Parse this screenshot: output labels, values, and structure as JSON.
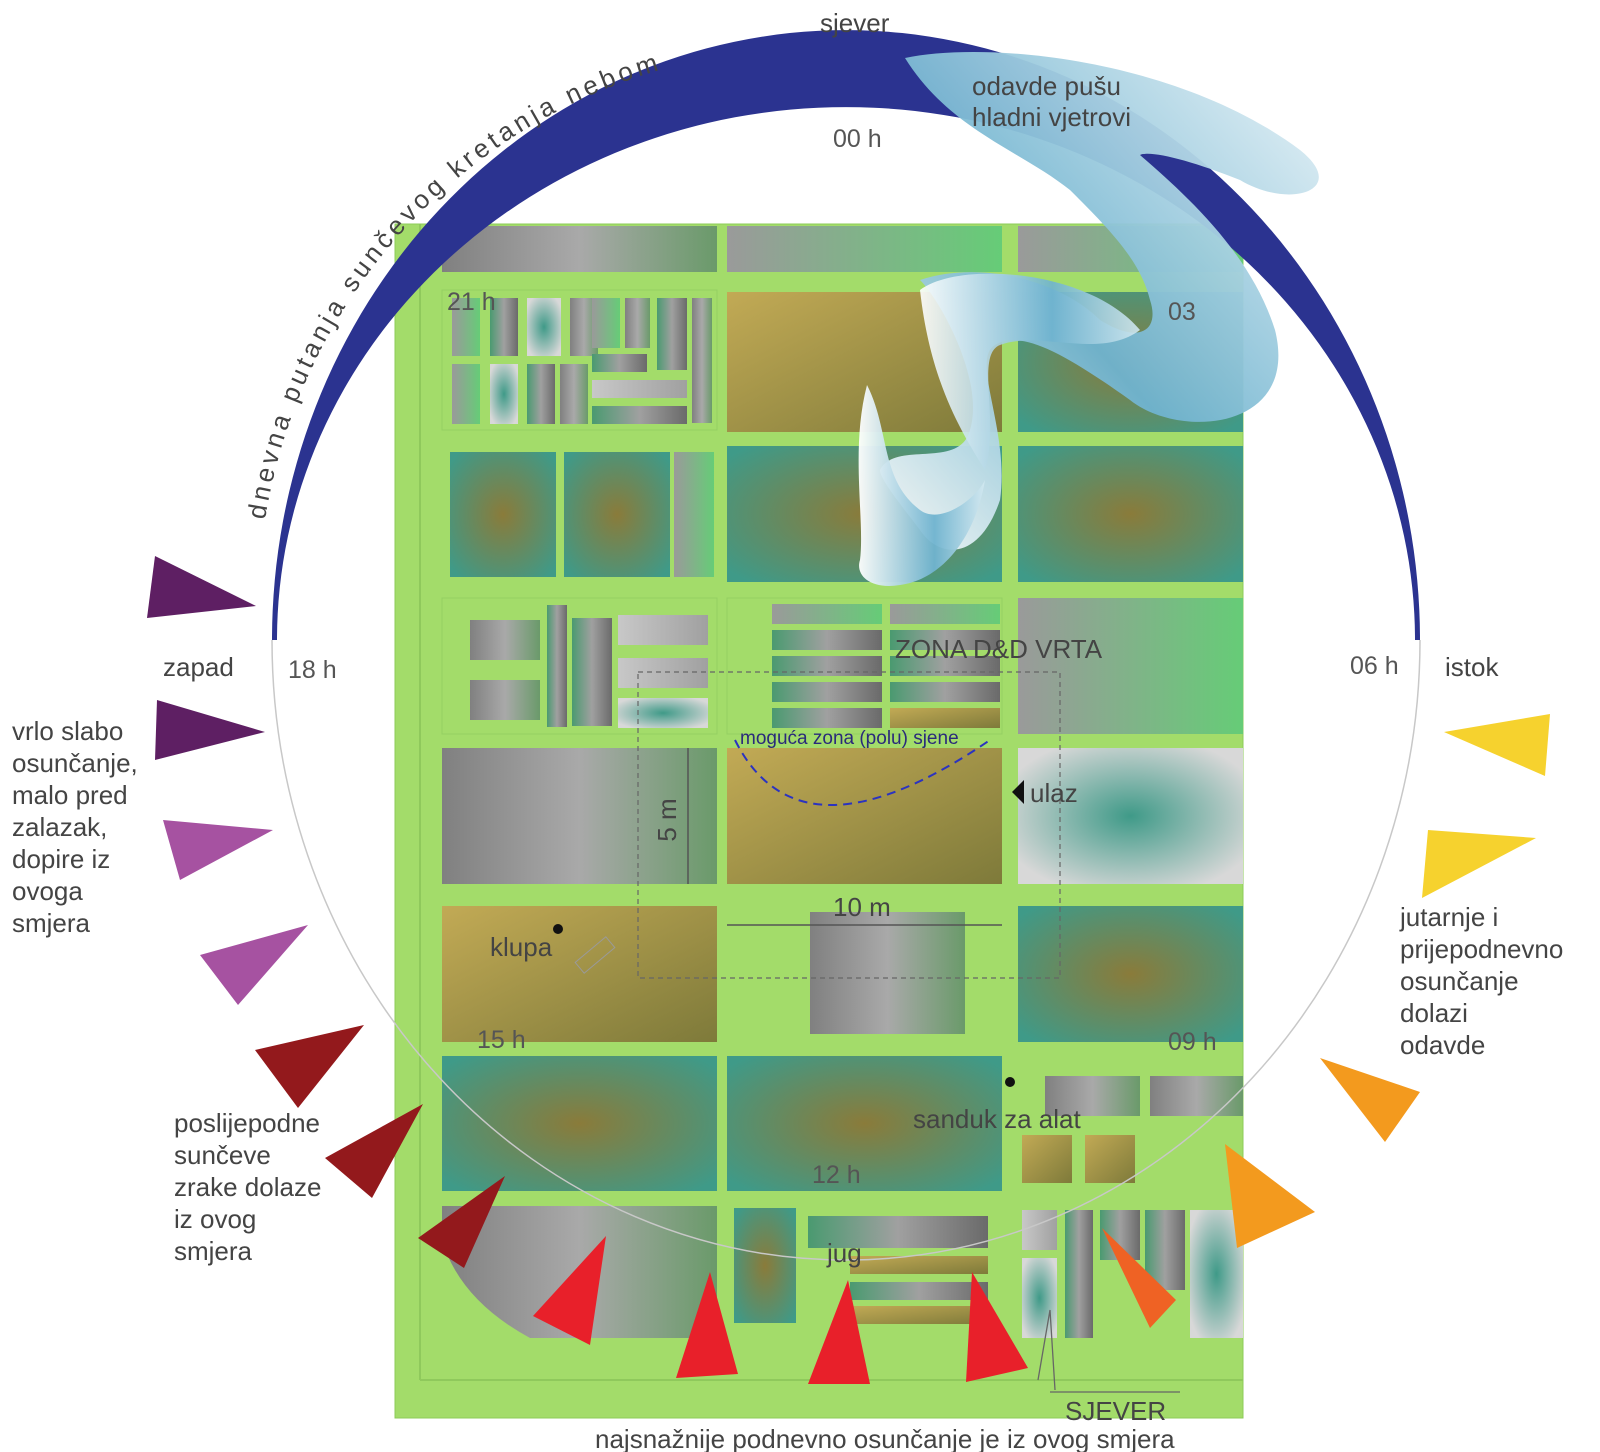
{
  "compass": {
    "north": "sjever",
    "east": "istok",
    "west": "zapad",
    "south": "jug",
    "north_arrow": "SJEVER"
  },
  "sun_path_label": "dnevna putanja sunčevog kretanja nebom",
  "hours": {
    "h00": "00 h",
    "h03": "03",
    "h06": "06 h",
    "h09": "09 h",
    "h12": "12 h",
    "h15": "15 h",
    "h18": "18 h",
    "h21": "21 h"
  },
  "wind": {
    "line1": "odavde pušu",
    "line2": "hladni vjetrovi"
  },
  "garden": {
    "zone_title": "ZONA D&D VRTA",
    "shade_zone": "moguća zona (polu) sjene",
    "entrance": "ulaz",
    "dim_height": "5 m",
    "dim_width": "10 m",
    "bench": "klupa",
    "toolbox": "sanduk za alat"
  },
  "notes": {
    "west": [
      "vrlo slabo",
      "osunčanje,",
      "malo pred",
      "zalazak,",
      "dopire iz",
      "ovoga",
      "smjera"
    ],
    "afternoon": [
      "poslijepodne",
      "sunčeve",
      "zrake dolaze",
      "iz ovog",
      "smjera"
    ],
    "morning": [
      "jutarnje i",
      "prijepodnevno",
      "osunčanje",
      "dolazi",
      "odavde"
    ],
    "south": "najsnažnije podnevno osunčanje je iz ovog smjera"
  },
  "colors": {
    "background": "#a3dc6a",
    "sun_arc": "#2b3390",
    "wind": "#6fb3cf",
    "west_arrows": "#5e1f63",
    "weak_arrows": "#a652a1",
    "afternoon_arrows": "#93191c",
    "noon_arrows": "#e8202a",
    "morning_orange": "#f39a1e",
    "morning_yellow": "#f6d22e"
  }
}
